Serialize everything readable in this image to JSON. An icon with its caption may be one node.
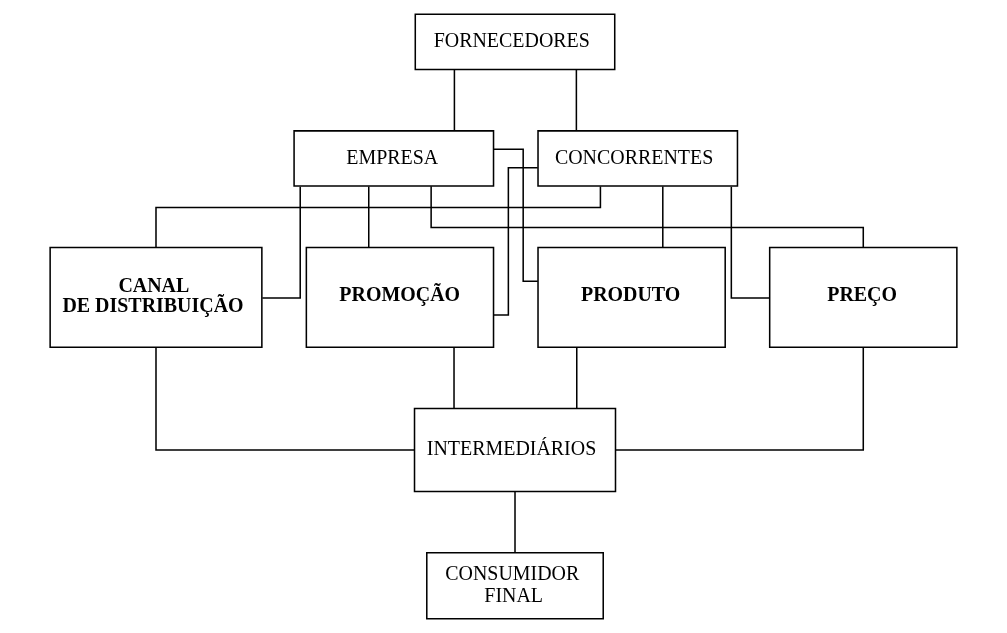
{
  "diagram": {
    "nodes": [
      {
        "text": [
          "FORNECEDORES"
        ]
      },
      {
        "text": [
          "EMPRESA"
        ]
      },
      {
        "text": [
          "CONCORRENTES"
        ]
      },
      {
        "text": [
          "PRODUTO"
        ]
      },
      {
        "text": [
          "PREÇO"
        ]
      },
      {
        "text": [
          "CANAL DE DISTRIBUIÇÃO"
        ]
      },
      {
        "text": [
          "PROMOÇÃO"
        ]
      },
      {
        "text": [
          "INTERMEDIÁRIOS"
        ]
      },
      {
        "text": [
          "CONSUMIDOR FINAL"
        ]
      }
    ],
    "edges": [
      {
        "from": 0,
        "to": 1,
        "arrow": "none"
      },
      {
        "from": 0,
        "to": 2,
        "arrow": "none"
      },
      {
        "from": 1,
        "to": 3,
        "arrow": "none"
      },
      {
        "from": 1,
        "to": 4,
        "arrow": "none"
      },
      {
        "from": 1,
        "to": 5,
        "arrow": "none"
      },
      {
        "from": 1,
        "to": 6,
        "arrow": "none"
      },
      {
        "from": 2,
        "to": 3,
        "arrow": "none"
      },
      {
        "from": 2,
        "to": 4,
        "arrow": "none"
      },
      {
        "from": 2,
        "to": 5,
        "arrow": "none"
      },
      {
        "from": 2,
        "to": 6,
        "arrow": "none"
      },
      {
        "from": 3,
        "to": 7,
        "arrow": "none"
      },
      {
        "from": 4,
        "to": 7,
        "arrow": "none"
      },
      {
        "from": 5,
        "to": 7,
        "arrow": "none"
      },
      {
        "from": 6,
        "to": 7,
        "arrow": "none"
      },
      {
        "from": 7,
        "to": 8,
        "arrow": "none"
      }
    ]
  }
}
